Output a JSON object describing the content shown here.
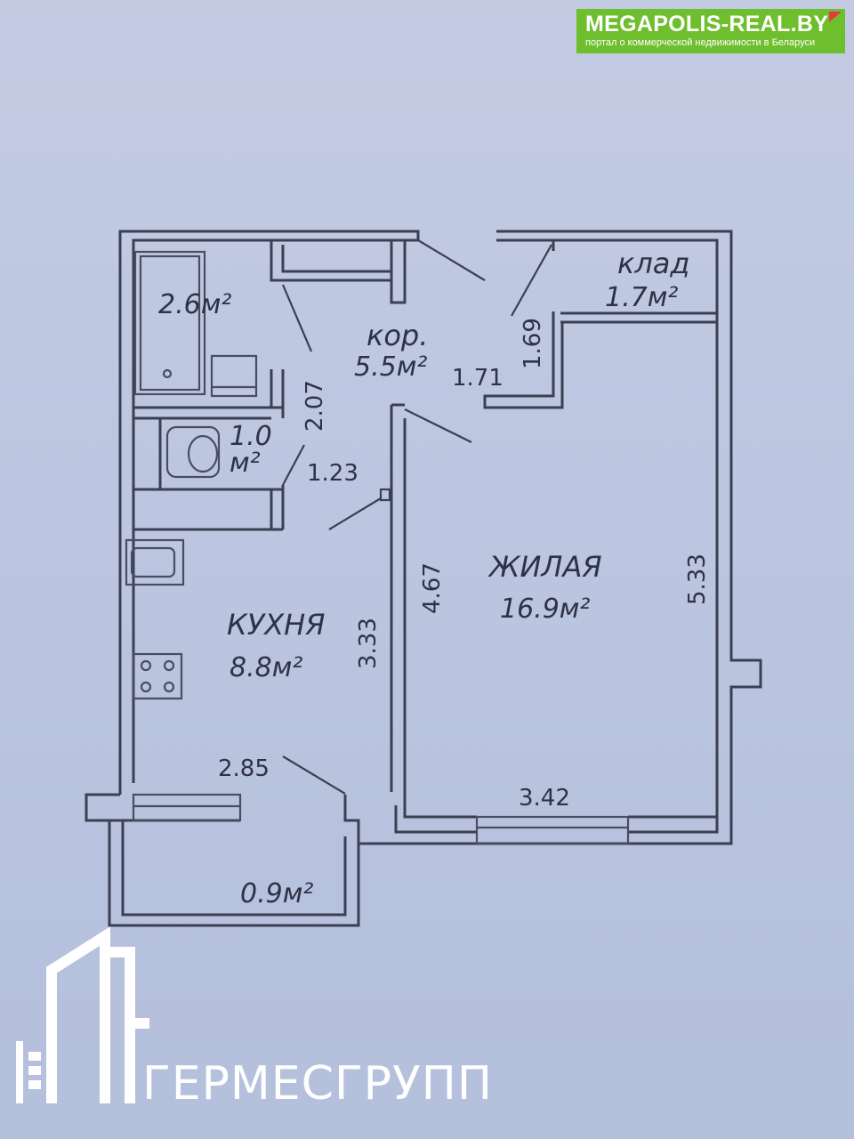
{
  "watermark": {
    "site": "MEGAPOLIS-REAL.BY",
    "tagline": "портал о коммерческой недвижимости в Беларуси"
  },
  "brand": {
    "name": "ГЕРМЕСГРУПП",
    "logo_icon": "building-logo-icon"
  },
  "rooms": {
    "bathroom": {
      "area": "2.6м²"
    },
    "corridor": {
      "name": "кор.",
      "area": "5.5м²"
    },
    "storage": {
      "name": "клад",
      "area": "1.7м²"
    },
    "toilet": {
      "area_value": "1.0",
      "area_unit": "м²"
    },
    "living": {
      "name": "ЖИЛАЯ",
      "area": "16.9м²"
    },
    "kitchen": {
      "name": "КУХНЯ",
      "area": "8.8м²"
    },
    "balcony": {
      "area": "0.9м²"
    }
  },
  "dimensions": {
    "corridor_length": "2.07",
    "corridor_width": "1.71",
    "storage_depth": "1.69",
    "toilet_door": "1.23",
    "living_left": "4.67",
    "living_right": "5.33",
    "kitchen_side": "3.33",
    "kitchen_width": "2.85",
    "living_width": "3.42"
  }
}
